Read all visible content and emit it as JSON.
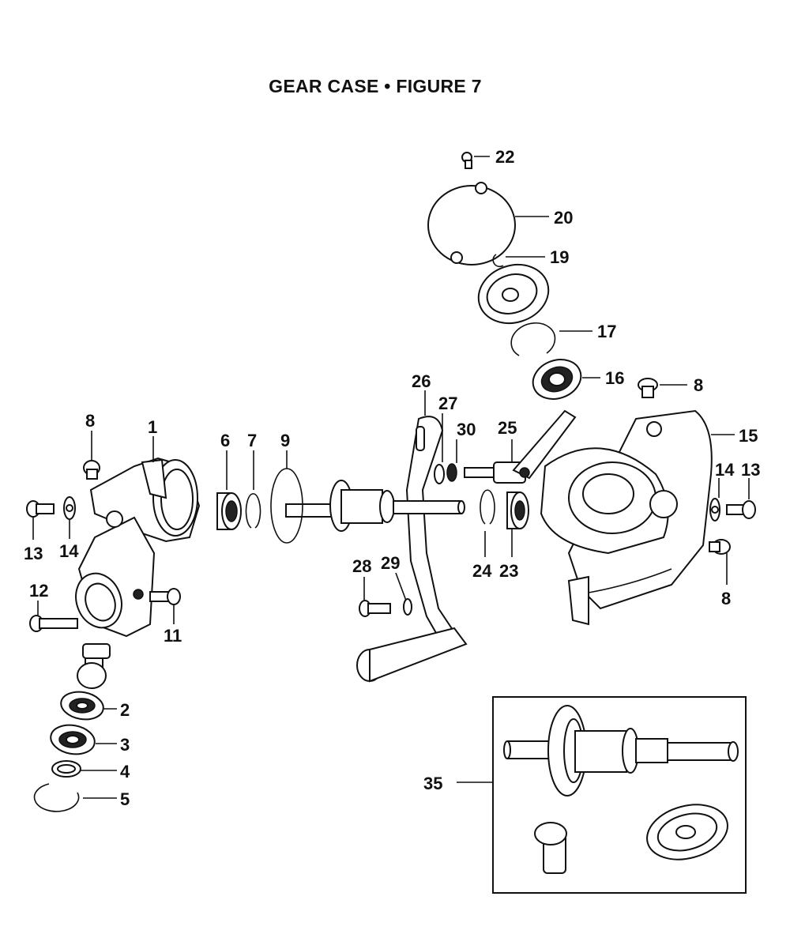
{
  "title": "GEAR CASE  •  FIGURE 7",
  "callouts": {
    "c1": "1",
    "c2": "2",
    "c3": "3",
    "c4": "4",
    "c5": "5",
    "c6": "6",
    "c7": "7",
    "c8a": "8",
    "c8b": "8",
    "c8c": "8",
    "c9": "9",
    "c11": "11",
    "c12": "12",
    "c13a": "13",
    "c13b": "13",
    "c14a": "14",
    "c14b": "14",
    "c15": "15",
    "c16": "16",
    "c17": "17",
    "c19": "19",
    "c20": "20",
    "c22": "22",
    "c23": "23",
    "c24": "24",
    "c25": "25",
    "c26": "26",
    "c27": "27",
    "c28": "28",
    "c29": "29",
    "c30": "30",
    "c35": "35"
  }
}
